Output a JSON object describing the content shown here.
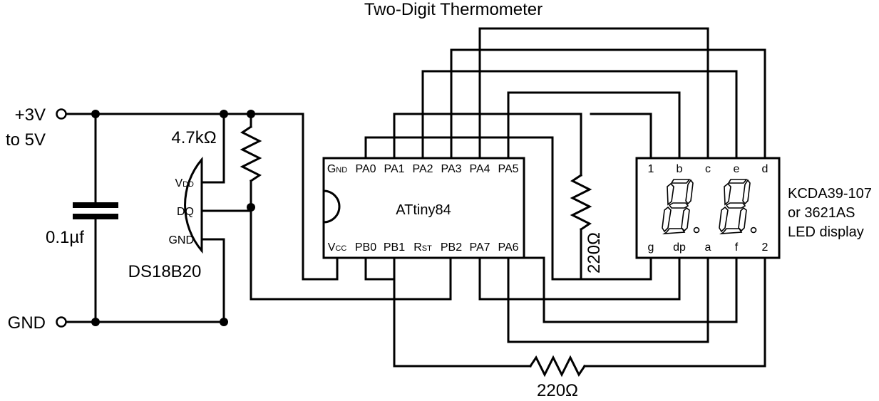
{
  "title": "Two-Digit Thermometer",
  "power": {
    "plus_line1": "+3V",
    "plus_line2": "to 5V",
    "ground": "GND"
  },
  "capacitor": {
    "value": "0.1µf"
  },
  "pullup_resistor": {
    "value": "4.7kΩ"
  },
  "sensor": {
    "name": "DS18B20",
    "pins": [
      {
        "main": "V",
        "sub": "DD"
      },
      {
        "main": "DQ",
        "sub": ""
      },
      {
        "main": "GND",
        "sub": ""
      }
    ]
  },
  "mcu": {
    "name": "ATtiny84",
    "top_pins": [
      {
        "main": "G",
        "sub": "ND"
      },
      {
        "main": "PA0",
        "sub": ""
      },
      {
        "main": "PA1",
        "sub": ""
      },
      {
        "main": "PA2",
        "sub": ""
      },
      {
        "main": "PA3",
        "sub": ""
      },
      {
        "main": "PA4",
        "sub": ""
      },
      {
        "main": "PA5",
        "sub": ""
      }
    ],
    "bottom_pins": [
      {
        "main": "V",
        "sub": "CC"
      },
      {
        "main": "PB0",
        "sub": ""
      },
      {
        "main": "PB1",
        "sub": ""
      },
      {
        "main": "R",
        "sub": "ST"
      },
      {
        "main": "PB2",
        "sub": ""
      },
      {
        "main": "PA7",
        "sub": ""
      },
      {
        "main": "PA6",
        "sub": ""
      }
    ]
  },
  "display": {
    "top_pins": [
      "1",
      "b",
      "c",
      "e",
      "d"
    ],
    "bottom_pins": [
      "g",
      "dp",
      "a",
      "f",
      "2"
    ],
    "name_lines": [
      "KCDA39-107",
      "or 3621AS",
      "LED display"
    ]
  },
  "segment_resistor": {
    "value": "220Ω"
  },
  "digit_resistor": {
    "value": "220Ω"
  }
}
